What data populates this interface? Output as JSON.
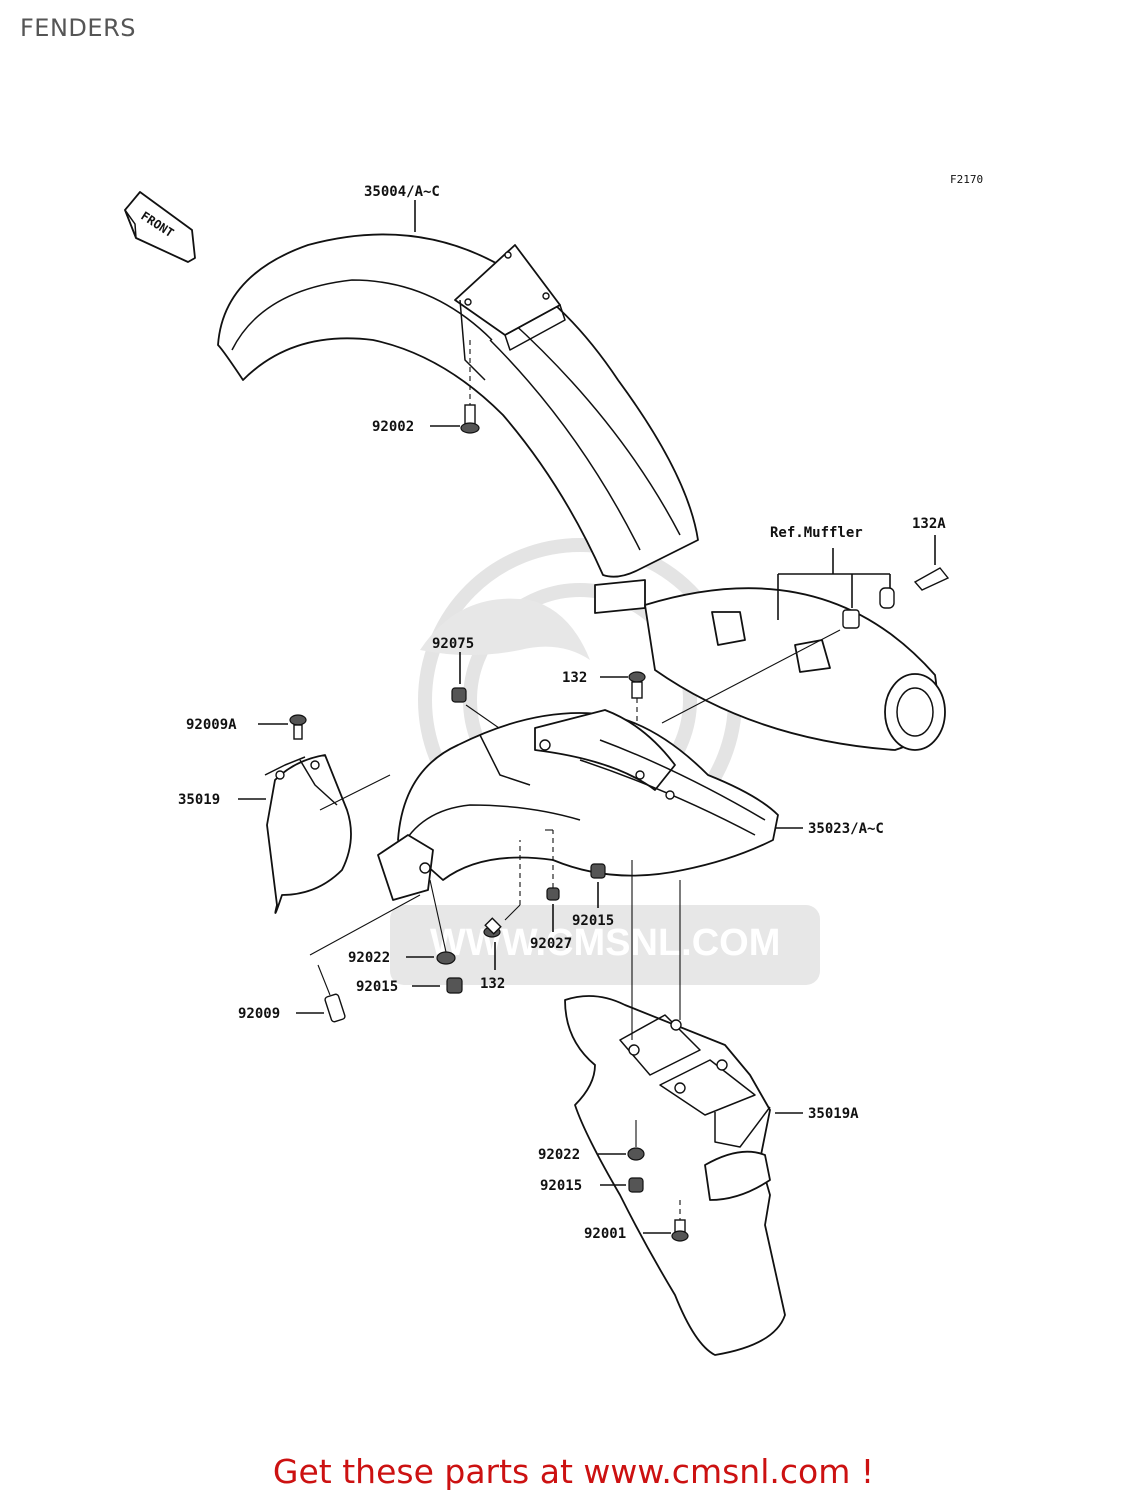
{
  "title": "FENDERS",
  "figure_code": "F2170",
  "direction_label": "FRONT",
  "reference_label": "Ref.Muffler",
  "watermark_url": "WWW.CMSNL.COM",
  "parts": {
    "front_fender": "35004/A~C",
    "front_fender_bolt": "92002",
    "muffler_bolt": "132A",
    "collar_top": "92075",
    "bolt_top": "132",
    "bolt_9a": "92009A",
    "flap": "35019",
    "rear_fender": "35023/A~C",
    "nut_right": "92015",
    "nut_mid": "92027",
    "bolt_bottom": "132",
    "washer_left": "92022",
    "nut_left": "92015",
    "collar_left": "92009",
    "rear_flap": "35019A",
    "washer_lower": "92022",
    "nut_lower": "92015",
    "bolt_lower": "92001"
  },
  "footer_cta": "Get these parts at www.cmsnl.com !",
  "colors": {
    "cta": "#cc1111",
    "watermark": "#e7e7e7",
    "title": "#555555"
  }
}
